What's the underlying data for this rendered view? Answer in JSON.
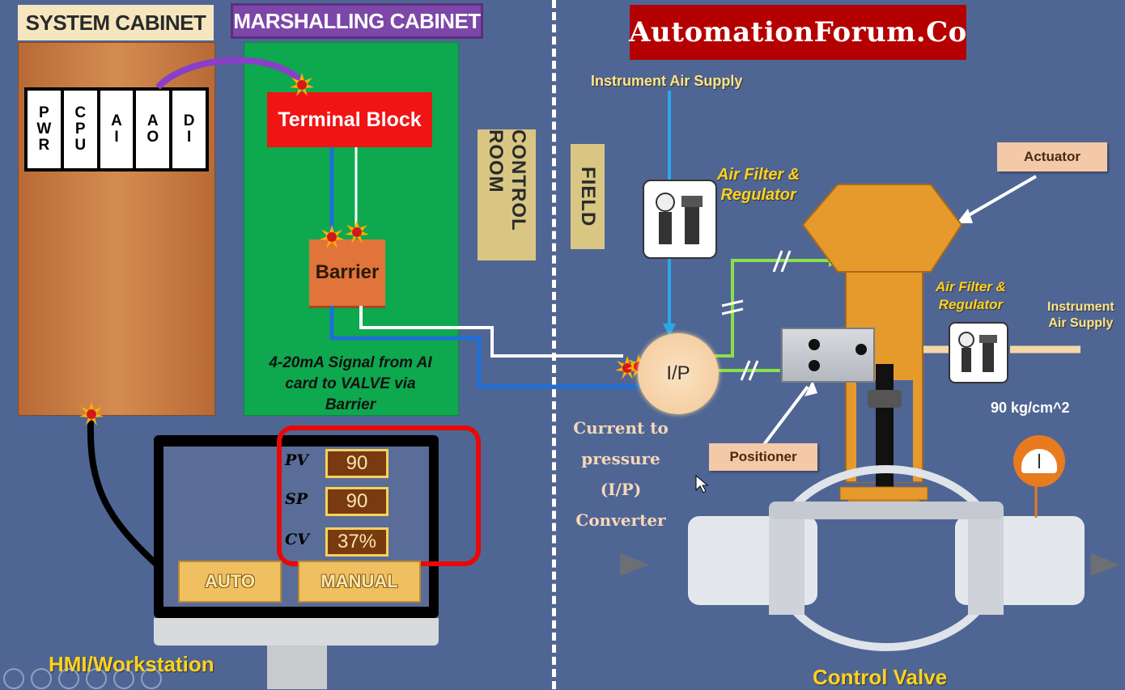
{
  "brand": {
    "label": "AutomationForum.Co",
    "bg": "#b40000"
  },
  "system_cabinet": {
    "title": "SYSTEM CABINET",
    "cards": [
      {
        "lines": [
          "P",
          "W",
          "R"
        ]
      },
      {
        "lines": [
          "C",
          "P",
          "U"
        ]
      },
      {
        "lines": [
          "A",
          "I"
        ]
      },
      {
        "lines": [
          "A",
          "O"
        ]
      },
      {
        "lines": [
          "D",
          "I"
        ]
      }
    ]
  },
  "marshalling_cabinet": {
    "title": "MARSHALLING CABINET",
    "terminal_block": "Terminal Block",
    "barrier": "Barrier",
    "signal_note_1": "4-20mA Signal from AI",
    "signal_note_2": "card to VALVE via",
    "signal_note_3": "Barrier"
  },
  "zones": {
    "control_room": "CONTROL ROOM",
    "field": "FIELD"
  },
  "hmi": {
    "title": "HMI/Workstation",
    "pv_tag": "PV",
    "pv_value": "90",
    "sp_tag": "SP",
    "sp_value": "90",
    "cv_tag": "CV",
    "cv_value": "37%",
    "auto_label": "AUTO",
    "manual_label": "MANUAL"
  },
  "field": {
    "instrument_air_top": "Instrument Air Supply",
    "filter_reg_1a": "Air Filter &",
    "filter_reg_1b": "Regulator",
    "filter_reg_2a": "Air Filter &",
    "filter_reg_2b": "Regulator",
    "instrument_air_right_1": "Instrument",
    "instrument_air_right_2": "Air Supply",
    "actuator": "Actuator",
    "positioner": "Positioner",
    "ip_label": "I/P",
    "converter_1": "Current to",
    "converter_2": "pressure",
    "converter_3": "(I/P)",
    "converter_4": "Converter",
    "pressure": "90 kg/cm^2",
    "control_valve": "Control Valve"
  }
}
